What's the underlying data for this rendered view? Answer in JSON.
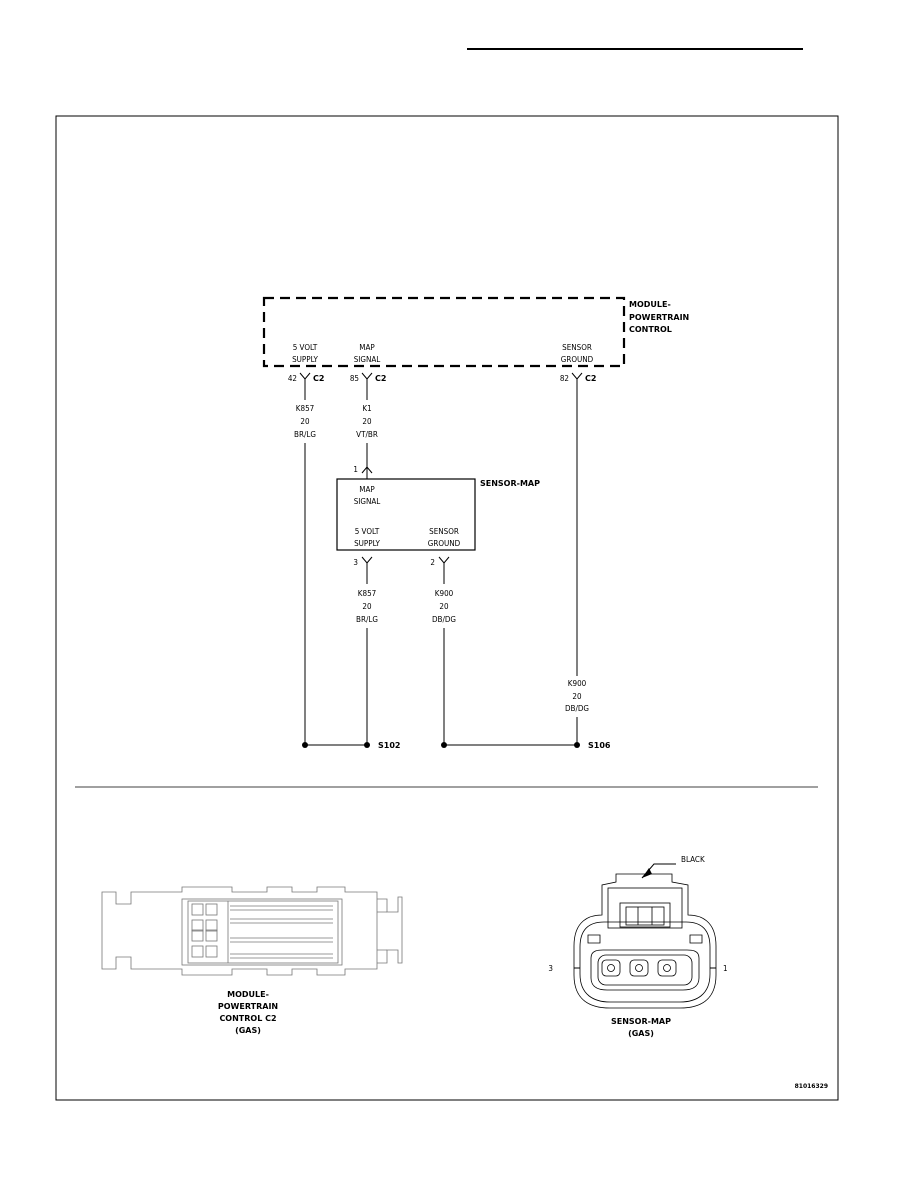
{
  "modules": {
    "pcm": {
      "label_lines": [
        "MODULE-",
        "POWERTRAIN",
        "CONTROL"
      ],
      "pins": [
        {
          "label_lines": [
            "5 VOLT",
            "SUPPLY"
          ],
          "pin": "42",
          "connector": "C2"
        },
        {
          "label_lines": [
            "MAP",
            "SIGNAL"
          ],
          "pin": "85",
          "connector": "C2"
        },
        {
          "label_lines": [
            "SENSOR",
            "GROUND"
          ],
          "pin": "82",
          "connector": "C2"
        }
      ]
    },
    "sensor": {
      "label": "SENSOR-MAP",
      "signal_lines": [
        "MAP",
        "SIGNAL"
      ],
      "supply_lines": [
        "5 VOLT",
        "SUPPLY"
      ],
      "ground_lines": [
        "SENSOR",
        "GROUND"
      ],
      "pins": {
        "signal": "1",
        "supply": "3",
        "ground": "2"
      }
    }
  },
  "wires": [
    {
      "circuit": "K857",
      "gauge": "20",
      "color": "BR/LG"
    },
    {
      "circuit": "K1",
      "gauge": "20",
      "color": "VT/BR"
    },
    {
      "circuit": "K857",
      "gauge": "20",
      "color": "BR/LG"
    },
    {
      "circuit": "K900",
      "gauge": "20",
      "color": "DB/DG"
    },
    {
      "circuit": "K900",
      "gauge": "20",
      "color": "DB/DG"
    }
  ],
  "splices": [
    "S102",
    "S106"
  ],
  "connectors": {
    "pcm_view_label_lines": [
      "MODULE-",
      "POWERTRAIN",
      "CONTROL C2",
      "(GAS)"
    ],
    "sensor_view_label_lines": [
      "SENSOR-MAP",
      "(GAS)"
    ],
    "sensor_view_color": "BLACK",
    "sensor_view_pin_left": "3",
    "sensor_view_pin_right": "1"
  },
  "figure_id": "81016329"
}
